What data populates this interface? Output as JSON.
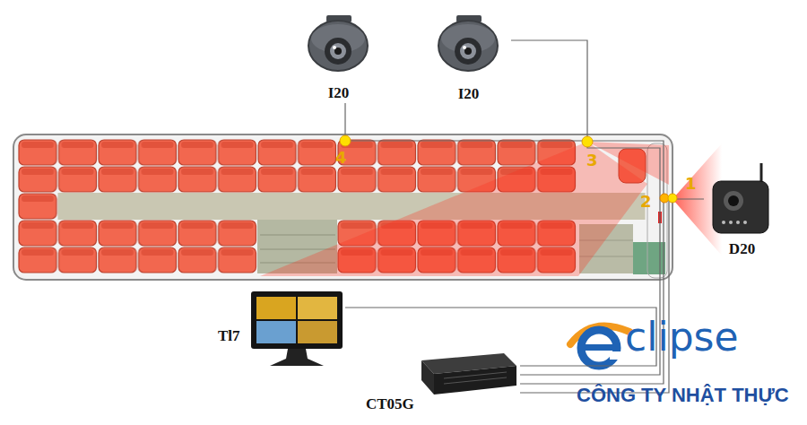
{
  "diagram": {
    "nodes": [
      {
        "text": [
          "I20"
        ]
      },
      {
        "text": [
          "I20"
        ]
      },
      {
        "text": [
          "D20"
        ]
      },
      {
        "text": [
          "Tl7"
        ]
      },
      {
        "text": [
          "CT05G"
        ]
      }
    ],
    "edges": [
      {
        "from": 0,
        "to": 4,
        "arrow": "none"
      },
      {
        "from": 1,
        "to": 4,
        "arrow": "none"
      },
      {
        "from": 2,
        "to": 4,
        "arrow": "none"
      },
      {
        "from": 3,
        "to": 4,
        "arrow": "none"
      }
    ],
    "labels": [
      "4",
      "3",
      "2",
      "1",
      "clipse",
      "CÔNG TY NHẬT THỰC"
    ]
  }
}
